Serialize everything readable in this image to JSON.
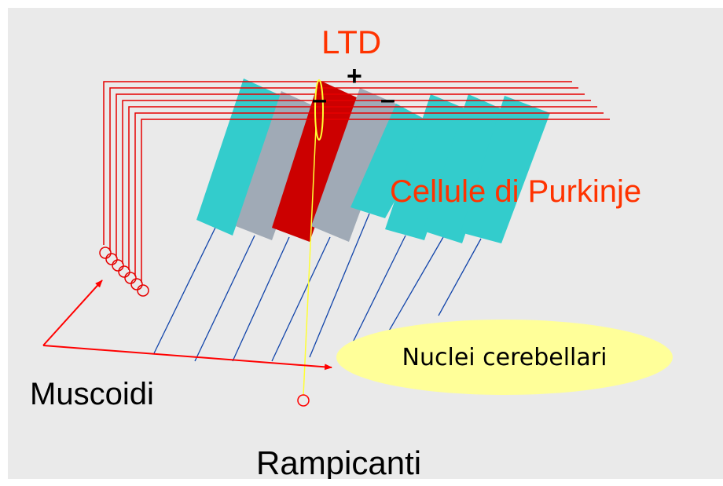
{
  "labels": {
    "ltd": "LTD",
    "plus": "+",
    "minus": "–",
    "purkinje": "Cellule di Purkinje",
    "nuclei": "Nuclei cerebellari",
    "muscoidi": "Muscoidi",
    "rampicanti": "Rampicanti"
  },
  "colors": {
    "background": "#eaeaea",
    "label_red": "#ff3300",
    "label_black": "#000000",
    "parallel_fibers": "#e60000",
    "purkinje_cyan": "#33cccc",
    "purkinje_gray": "#a0aab6",
    "purkinje_active": "#cc0000",
    "axons": "#1144aa",
    "climbing_fiber": "#ffff33",
    "nuclei_fill": "#ffff99",
    "arrows": "#ff0000"
  },
  "purkinje_cells": [
    {
      "color": "cyan"
    },
    {
      "color": "gray"
    },
    {
      "color": "red"
    },
    {
      "color": "gray"
    },
    {
      "color": "cyan"
    },
    {
      "color": "cyan"
    },
    {
      "color": "cyan"
    },
    {
      "color": "cyan"
    }
  ],
  "parallel_fiber_count": 7
}
